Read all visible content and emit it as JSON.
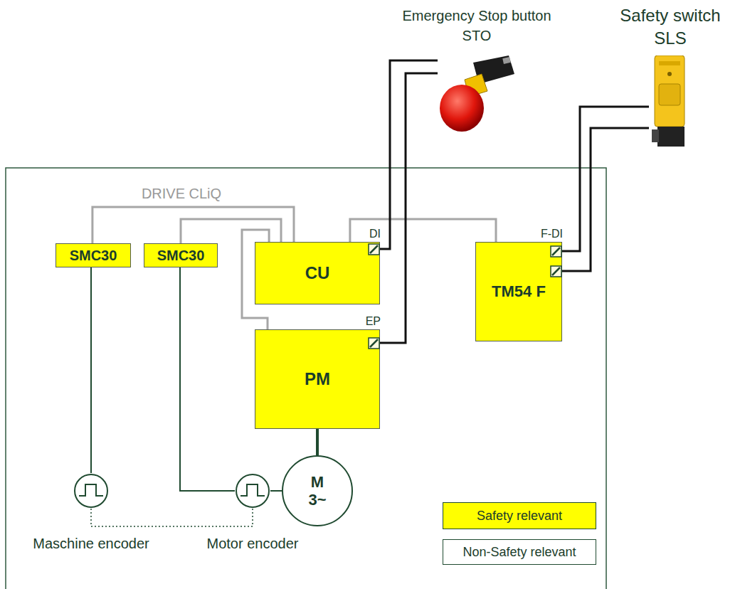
{
  "diagram": {
    "nodes": [
      {
        "text": [
          "Emergency Stop button STO"
        ]
      },
      {
        "text": [
          "Safety switch SLS"
        ]
      },
      {
        "text": [
          "SMC30"
        ]
      },
      {
        "text": [
          "SMC30"
        ]
      },
      {
        "text": [
          "CU",
          "DI"
        ]
      },
      {
        "text": [
          "TM54 F",
          "F-DI"
        ]
      },
      {
        "text": [
          "PM",
          "EP"
        ]
      },
      {
        "text": [
          "M 3~"
        ]
      },
      {
        "text": [
          "Maschine encoder"
        ]
      },
      {
        "text": [
          "Motor encoder"
        ]
      }
    ],
    "edges": [
      {
        "from": 2,
        "to": 4,
        "label": "DRIVE CLiQ",
        "arrow": "none"
      },
      {
        "from": 3,
        "to": 4,
        "arrow": "none"
      },
      {
        "from": 6,
        "to": 4,
        "arrow": "none"
      },
      {
        "from": 4,
        "to": 5,
        "arrow": "none"
      },
      {
        "from": 0,
        "to": 4,
        "arrow": "none"
      },
      {
        "from": 0,
        "to": 6,
        "arrow": "none"
      },
      {
        "from": 1,
        "to": 5,
        "arrow": "none"
      },
      {
        "from": 1,
        "to": 5,
        "arrow": "none"
      },
      {
        "from": 6,
        "to": 7,
        "arrow": "none"
      },
      {
        "from": 2,
        "to": 8,
        "arrow": "none"
      },
      {
        "from": 3,
        "to": 9,
        "arrow": "none"
      },
      {
        "from": 9,
        "to": 7,
        "arrow": "none"
      },
      {
        "from": 8,
        "to": 9,
        "arrow": "none"
      }
    ],
    "legend": [
      {
        "text": "Safety relevant",
        "color": "#ffff00"
      },
      {
        "text": "Non-Safety relevant",
        "color": "#ffffff"
      }
    ]
  }
}
